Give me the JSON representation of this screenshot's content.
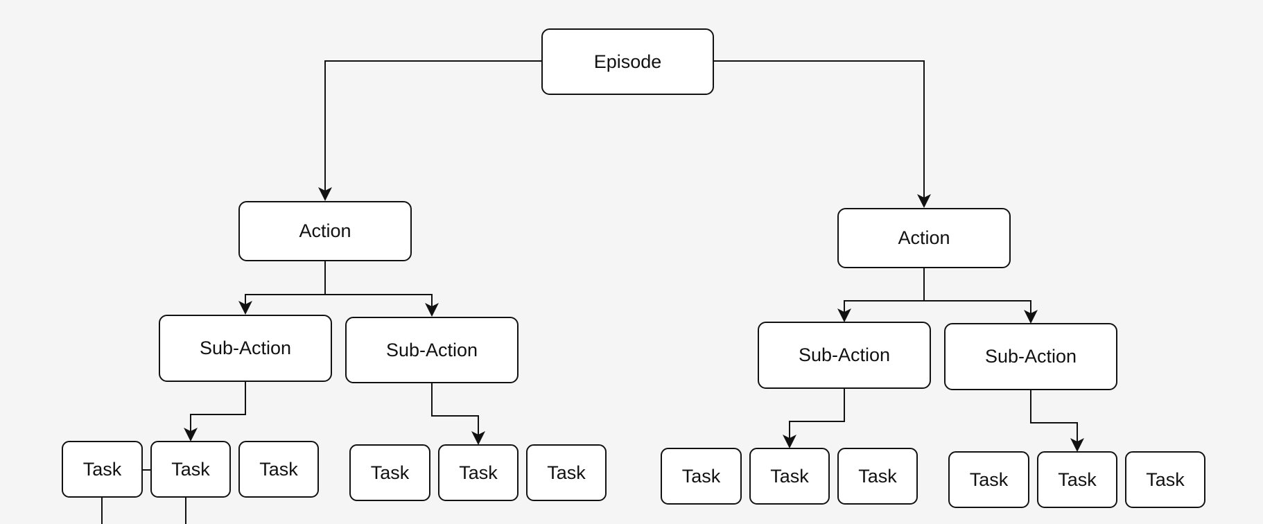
{
  "diagram": {
    "root": {
      "label": "Episode"
    },
    "branches": [
      {
        "action": {
          "label": "Action"
        },
        "sub_actions": [
          {
            "label": "Sub-Action",
            "tasks": [
              "Task",
              "Task",
              "Task"
            ]
          },
          {
            "label": "Sub-Action",
            "tasks": [
              "Task",
              "Task",
              "Task"
            ]
          }
        ]
      },
      {
        "action": {
          "label": "Action"
        },
        "sub_actions": [
          {
            "label": "Sub-Action",
            "tasks": [
              "Task",
              "Task",
              "Task"
            ]
          },
          {
            "label": "Sub-Action",
            "tasks": [
              "Task",
              "Task",
              "Task"
            ]
          }
        ]
      }
    ]
  },
  "colors": {
    "background": "#f5f5f5",
    "node_fill": "#ffffff",
    "stroke": "#111111"
  }
}
